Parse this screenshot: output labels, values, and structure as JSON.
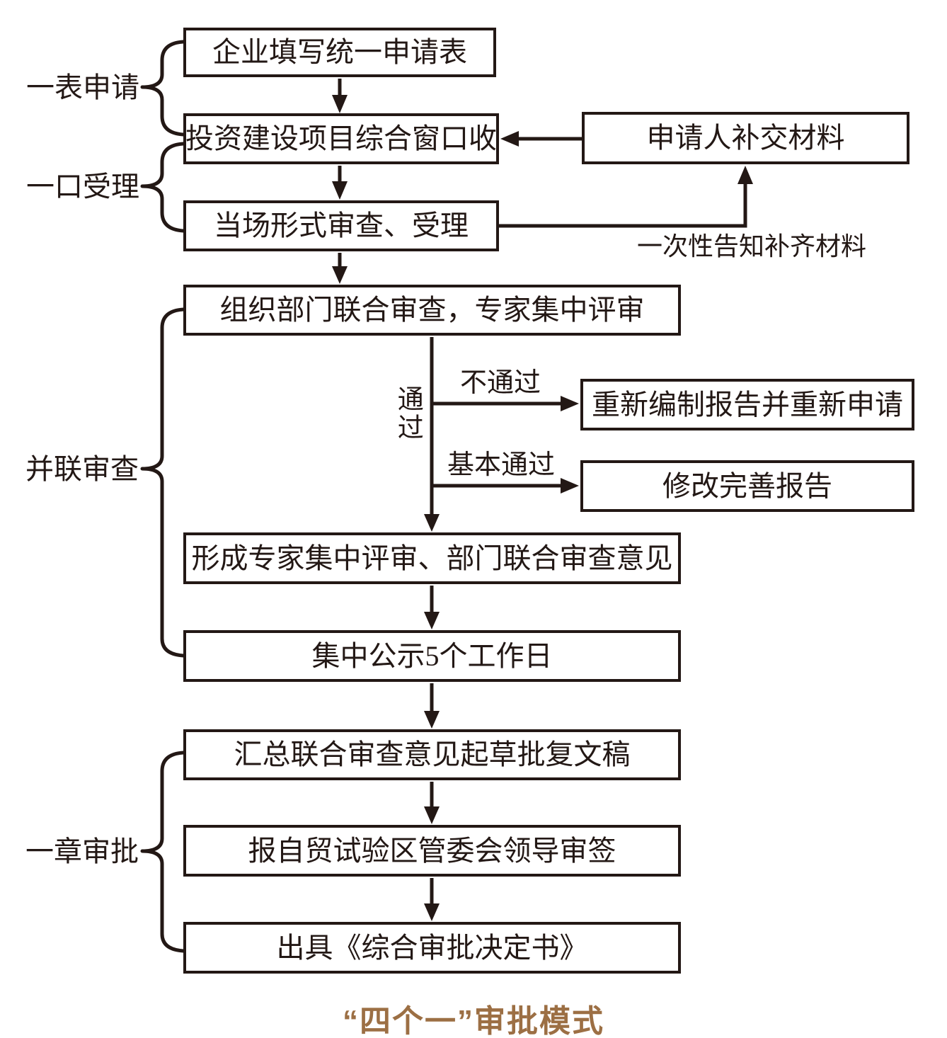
{
  "diagram": {
    "caption": "“四个一”审批模式",
    "colors": {
      "ink": "#231815",
      "caption": "#9c6f44",
      "background": "#ffffff"
    },
    "stage_labels": {
      "one_form": "一表申请",
      "one_port": "一口受理",
      "parallel": "并联审查",
      "one_seal": "一章审批"
    },
    "boxes": {
      "fill_form": "企业填写统一申请表",
      "window_receive": "投资建设项目综合窗口收",
      "supplement": "申请人补交材料",
      "onsite_review": "当场形式审查、受理",
      "joint_review": "组织部门联合审查，专家集中评审",
      "redo_report": "重新编制报告并重新申请",
      "revise_report": "修改完善报告",
      "form_opinion": "形成专家集中评审、部门联合审查意见",
      "publicity": "集中公示5个工作日",
      "draft_reply": "汇总联合审查意见起草批复文稿",
      "leader_sign": "报自贸试验区管委会领导审签",
      "decision": "出具《综合审批决定书》"
    },
    "edge_labels": {
      "pass": "通过",
      "fail": "不通过",
      "basic_pass": "基本通过",
      "one_time_notice": "一次性告知补齐材料"
    }
  }
}
